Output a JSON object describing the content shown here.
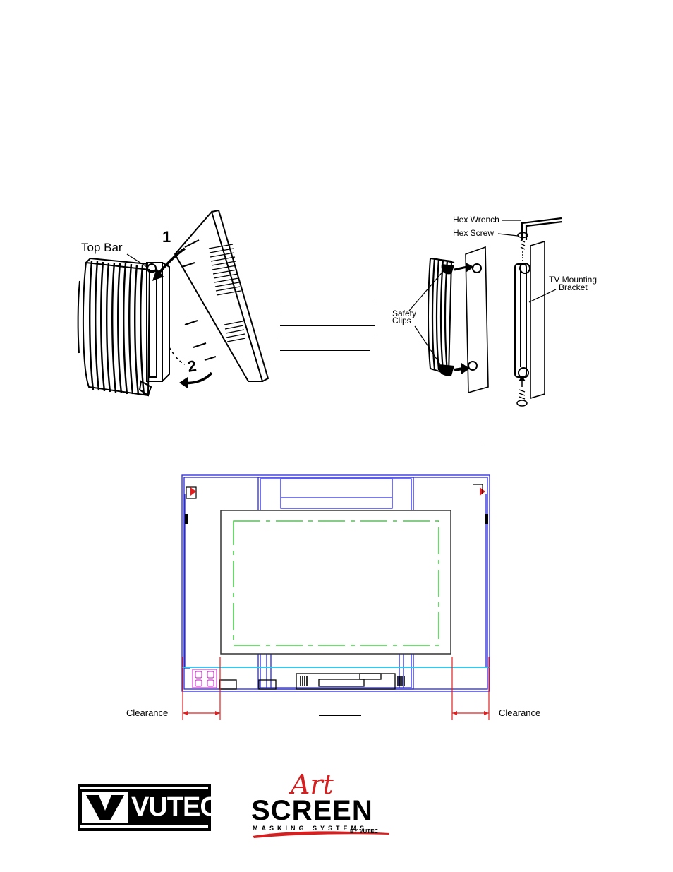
{
  "figure_left": {
    "label_top_bar": "Top Bar",
    "step_1": "1",
    "step_2": "2",
    "caption": ""
  },
  "figure_right": {
    "label_hex_wrench": "Hex Wrench",
    "label_hex_screw": "Hex Screw",
    "label_tv_mounting": "TV Mounting",
    "label_bracket": "Bracket",
    "label_safety": "Safety",
    "label_clips": "Clips",
    "caption": ""
  },
  "figure_bottom": {
    "clearance_left": "Clearance",
    "clearance_right": "Clearance",
    "caption": ""
  },
  "logos": {
    "vutec_text": "VUTEC",
    "artscreen_script": "Art",
    "artscreen_word": "SCREEN",
    "artscreen_sub": "MASKING SYSTEMS",
    "artscreen_by": "BY VUTEC"
  },
  "colors": {
    "blue_outline": "#2a2adb",
    "green_dashed": "#1ec41e",
    "cyan_line": "#33c8ee",
    "red_dimension": "#e02020",
    "magenta_outlet": "#d640d6",
    "logo_red": "#d42020"
  }
}
